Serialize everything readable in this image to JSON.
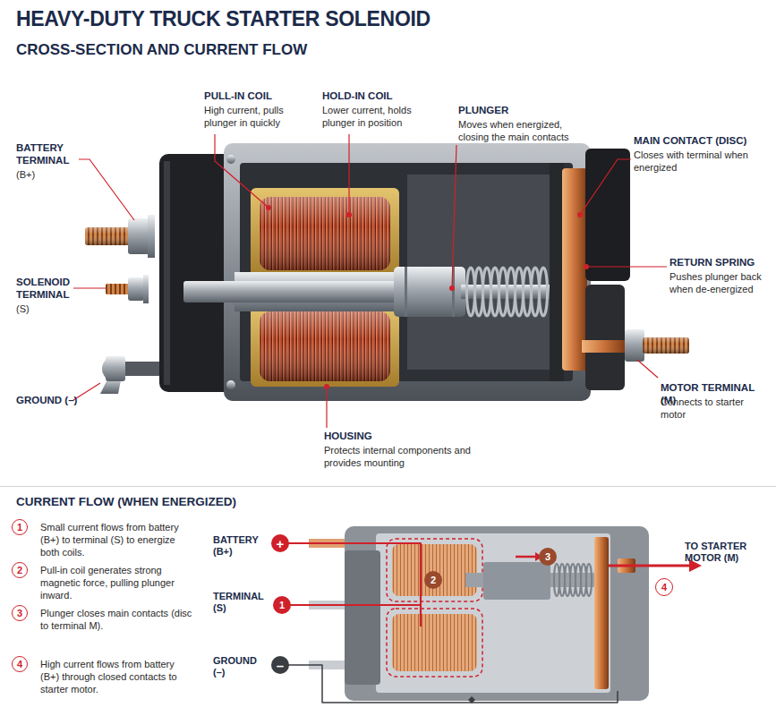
{
  "diagram": {
    "title": "HEAVY-DUTY TRUCK STARTER SOLENOID",
    "nodes": [
      {
        "text": [
          "1"
        ]
      },
      {
        "text": [
          "2"
        ]
      },
      {
        "text": [
          "3"
        ]
      },
      {
        "text": [
          "4"
        ]
      },
      {
        "text": [
          "+"
        ]
      },
      {
        "text": [
          "1"
        ]
      },
      {
        "text": [
          "2"
        ]
      },
      {
        "text": [
          "3"
        ]
      },
      {
        "text": [
          "–"
        ]
      },
      {
        "text": [
          "4"
        ]
      }
    ],
    "labels": [
      "CROSS-SECTION AND CURRENT FLOW",
      "BATTERY TERMINAL",
      "(B+)",
      "PULL-IN COIL",
      "High current, pulls plunger in quickly",
      "HOLD-IN COIL",
      "Lower current, holds plunger in position",
      "PLUNGER",
      "Moves when energized, closing the main contacts",
      "MAIN CONTACT (DISC)",
      "Closes with terminal when energized",
      "RETURN SPRING",
      "Pushes plunger back when de-energized",
      "SOLENOID TERMINAL",
      "(S)",
      "GROUND (–)",
      "MOTOR TERMINAL (M)",
      "Connects to starter motor",
      "HOUSING",
      "Protects internal components and provides mounting",
      "CURRENT FLOW (WHEN ENERGIZED)",
      "Small current flows from battery (B+) to terminal (S) to energize both coils.",
      "Pull-in coil generates strong magnetic force, pulling plunger inward.",
      "Plunger closes main contacts (disc to terminal M).",
      "High current flows from battery (B+) through closed contacts to starter motor.",
      "BATTERY (B+)",
      "TERMINAL (S)",
      "GROUND (–)",
      "TO STARTER MOTOR (M)"
    ]
  }
}
